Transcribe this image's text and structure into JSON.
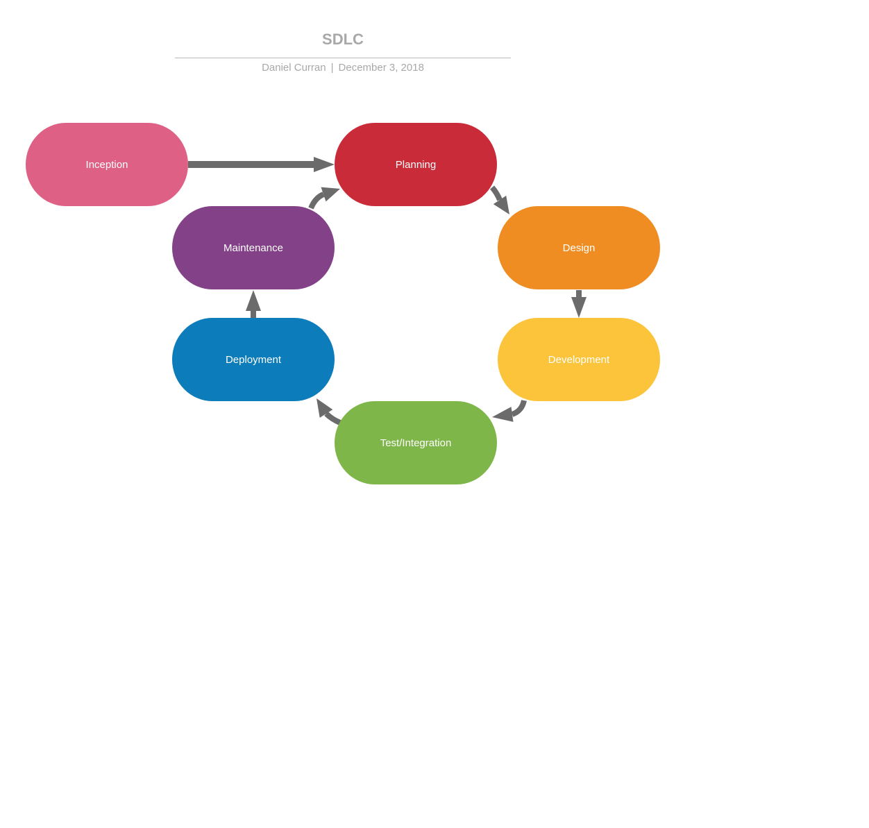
{
  "header": {
    "title": "SDLC",
    "author": "Daniel Curran",
    "separator": "|",
    "date": "December 3, 2018"
  },
  "nodes": [
    {
      "id": "inception",
      "label": "Inception",
      "color": "#df6085"
    },
    {
      "id": "planning",
      "label": "Planning",
      "color": "#c92b39"
    },
    {
      "id": "design",
      "label": "Design",
      "color": "#ef8d22"
    },
    {
      "id": "development",
      "label": "Development",
      "color": "#fbc43b"
    },
    {
      "id": "test-integration",
      "label": "Test/Integration",
      "color": "#7fb64a"
    },
    {
      "id": "deployment",
      "label": "Deployment",
      "color": "#0c7cbb"
    },
    {
      "id": "maintenance",
      "label": "Maintenance",
      "color": "#834187"
    }
  ],
  "edges": [
    {
      "from": "inception",
      "to": "planning"
    },
    {
      "from": "planning",
      "to": "design"
    },
    {
      "from": "design",
      "to": "development"
    },
    {
      "from": "development",
      "to": "test-integration"
    },
    {
      "from": "test-integration",
      "to": "deployment"
    },
    {
      "from": "deployment",
      "to": "maintenance"
    },
    {
      "from": "maintenance",
      "to": "planning"
    }
  ],
  "colors": {
    "connector": "#6b6b6b",
    "header_text": "#a8a8a8"
  }
}
